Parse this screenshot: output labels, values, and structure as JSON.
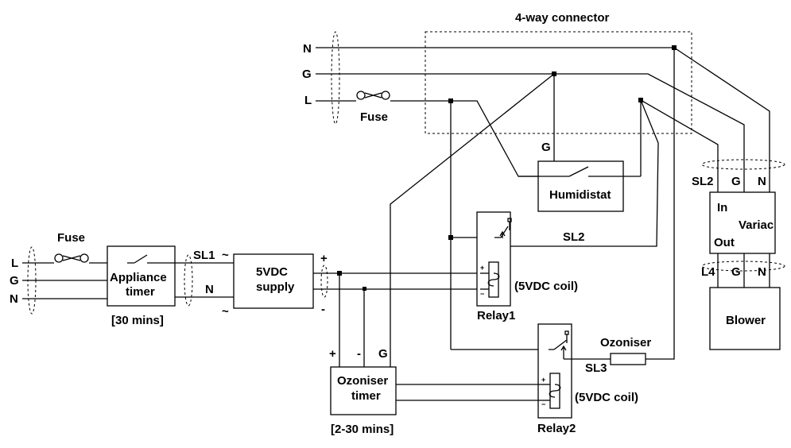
{
  "title": "4-way connector",
  "labels": {
    "left_L": "L",
    "left_G": "G",
    "left_N": "N",
    "left_fuse": "Fuse",
    "appliance_timer_1": "Appliance",
    "appliance_timer_2": "timer",
    "appliance_time": "[30 mins]",
    "sl1": "SL1",
    "n_label": "N",
    "tilde_top": "~",
    "tilde_bottom": "~",
    "supply_1": "5VDC",
    "supply_2": "supply",
    "plus": "+",
    "minus": "-",
    "top_N": "N",
    "top_G": "G",
    "top_L": "L",
    "top_fuse": "Fuse",
    "humidistat": "Humidistat",
    "humidistat_G": "G",
    "sl2_right": "SL2",
    "variac_G": "G",
    "variac_N": "N",
    "variac_in": "In",
    "variac": "Variac",
    "variac_out": "Out",
    "l4": "L4",
    "blower_G": "G",
    "blower_N": "N",
    "blower": "Blower",
    "sl2_relay": "SL2",
    "relay1": "Relay1",
    "coil1": "(5VDC coil)",
    "coil_plus": "+",
    "coil_minus": "−",
    "ozoniser": "Ozoniser",
    "sl3": "SL3",
    "ozt_plus": "+",
    "ozt_minus": "-",
    "ozt_G": "G",
    "oz_timer_1": "Ozoniser",
    "oz_timer_2": "timer",
    "oz_time": "[2-30 mins]",
    "relay2": "Relay2",
    "coil2": "(5VDC coil)"
  }
}
